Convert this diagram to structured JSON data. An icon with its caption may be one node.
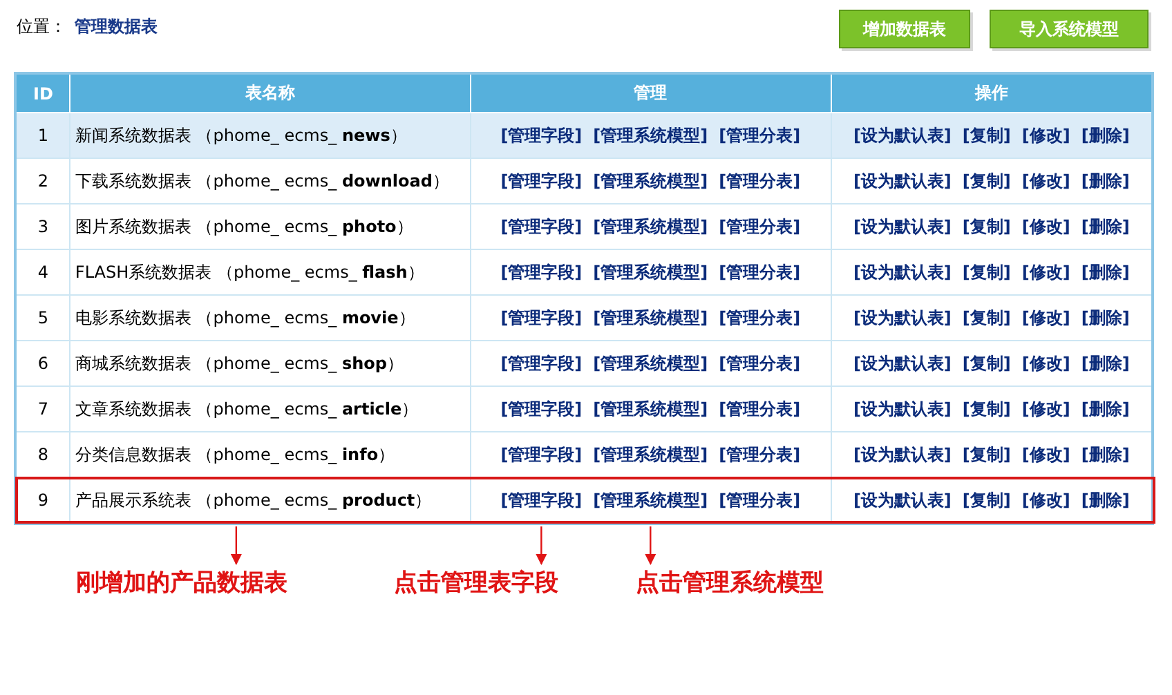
{
  "diagram": {
    "nodes": [
      {
        "text": [
          "产品展示系统表 （phome_ ecms_ **product**）"
        ]
      },
      {
        "text": [
          "[管理字段]"
        ]
      },
      {
        "text": [
          "[管理系统模型]"
        ]
      },
      {
        "text": [
          "刚增加的产品数据表"
        ]
      },
      {
        "text": [
          "点击管理表字段"
        ]
      },
      {
        "text": [
          "点击管理系统模型"
        ]
      }
    ],
    "edges": [
      {
        "from": 0,
        "to": 3,
        "arrow": "to"
      },
      {
        "from": 1,
        "to": 4,
        "arrow": "to"
      },
      {
        "from": 2,
        "to": 5,
        "arrow": "to"
      }
    ],
    "labels": [
      "位置：",
      "管理数据表",
      "增加数据表",
      "导入系统模型",
      "ID",
      "表名称",
      "管理",
      "操作",
      "1",
      "新闻系统数据表 （phome_ ecms_ **news**）",
      "[管理字段]",
      "[管理系统模型]",
      "[管理分表]",
      "[设为默认表]",
      "[复制]",
      "[修改]",
      "[删除]",
      "2",
      "下载系统数据表 （phome_ ecms_ **download**）",
      "[管理字段]",
      "[管理系统模型]",
      "[管理分表]",
      "[设为默认表]",
      "[复制]",
      "[修改]",
      "[删除]",
      "3",
      "图片系统数据表 （phome_ ecms_ **photo**）",
      "[管理字段]",
      "[管理系统模型]",
      "[管理分表]",
      "[设为默认表]",
      "[复制]",
      "[修改]",
      "[删除]",
      "4",
      "FLASH系统数据表 （phome_ ecms_ **flash**）",
      "[管理字段]",
      "[管理系统模型]",
      "[管理分表]",
      "[设为默认表]",
      "[复制]",
      "[修改]",
      "[删除]",
      "5",
      "电影系统数据表 （phome_ ecms_ **movie**）",
      "[管理字段]",
      "[管理系统模型]",
      "[管理分表]",
      "[设为默认表]",
      "[复制]",
      "[修改]",
      "[删除]",
      "6",
      "商城系统数据表 （phome_ ecms_ **shop**）",
      "[管理字段]",
      "[管理系统模型]",
      "[管理分表]",
      "[设为默认表]",
      "[复制]",
      "[修改]",
      "[删除]",
      "7",
      "文章系统数据表 （phome_ ecms_ **article**）",
      "[管理字段]",
      "[管理系统模型]",
      "[管理分表]",
      "[设为默认表]",
      "[复制]",
      "[修改]",
      "[删除]",
      "8",
      "分类信息数据表 （phome_ ecms_ **info**）",
      "[管理字段]",
      "[管理系统模型]",
      "[管理分表]",
      "[设为默认表]",
      "[复制]",
      "[修改]",
      "[删除]",
      "9",
      "[管理分表]",
      "[设为默认表]",
      "[复制]",
      "[修改]",
      "[删除]"
    ]
  }
}
